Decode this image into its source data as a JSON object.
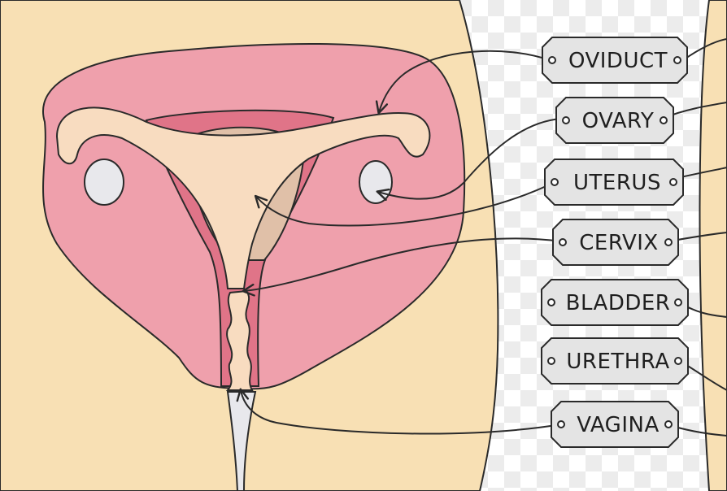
{
  "diagram": {
    "labels": [
      {
        "id": "oviduct",
        "text": "OVIDUCT"
      },
      {
        "id": "ovary",
        "text": "OVARY"
      },
      {
        "id": "uterus",
        "text": "UTERUS"
      },
      {
        "id": "cervix",
        "text": "CERVIX"
      },
      {
        "id": "bladder",
        "text": "BLADDER"
      },
      {
        "id": "urethra",
        "text": "URETHRA"
      },
      {
        "id": "vagina",
        "text": "VAGINA"
      }
    ],
    "colors": {
      "skin": "#f8e0b4",
      "tissue_pink": "#efa0ac",
      "tissue_dark": "#e07488",
      "uterus_fill": "#f8dcc0",
      "cavity": "#e0c0a8",
      "ovary": "#e8e8ec",
      "label_fill": "#e4e4e4",
      "outline": "#2a2a2a",
      "checker_light": "#ffffff",
      "checker_dark": "#ececec"
    }
  }
}
